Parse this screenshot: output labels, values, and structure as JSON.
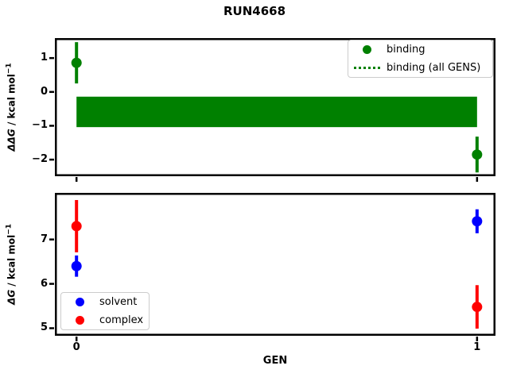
{
  "title": "RUN4668",
  "colors": {
    "binding": "#008000",
    "solvent": "#0000ff",
    "complex": "#ff0000",
    "axis": "#000000",
    "legend_border": "#cccccc",
    "background": "#ffffff"
  },
  "chart_data": [
    {
      "type": "scatter",
      "subplot": "top",
      "ylabel": "ΔΔG / kcal mol⁻¹",
      "ylabel_math": "ΔΔG",
      "ylabel_units": " / kcal mol",
      "ylabel_exp": "−1",
      "xlim": [
        -0.054,
        1.046
      ],
      "ylim": [
        -2.49,
        1.59
      ],
      "grid": false,
      "yticks": [
        {
          "value": 1,
          "label": "1"
        },
        {
          "value": 0,
          "label": "0"
        },
        {
          "value": -1,
          "label": "−1"
        },
        {
          "value": -2,
          "label": "−2"
        }
      ],
      "xticks": [
        {
          "value": 0,
          "label": ""
        },
        {
          "value": 1,
          "label": ""
        }
      ],
      "series": [
        {
          "name": "binding",
          "color": "#008000",
          "marker": "circle",
          "points": [
            {
              "x": 0,
              "y": 0.86,
              "yerr": 0.61
            },
            {
              "x": 1,
              "y": -1.85,
              "yerr": 0.53
            }
          ]
        }
      ],
      "band": {
        "name": "binding (all GENS)",
        "color": "#008000",
        "x_range": [
          0,
          1
        ],
        "y_low": -1.04,
        "y_high": -0.14
      },
      "legend": {
        "position": "upper-right",
        "items": [
          {
            "label": "binding",
            "marker": "circle",
            "color": "#008000"
          },
          {
            "label": "binding (all GENS)",
            "marker": "dotted-line",
            "color": "#008000"
          }
        ]
      }
    },
    {
      "type": "scatter",
      "subplot": "bottom",
      "xlabel": "GEN",
      "ylabel": "ΔG / kcal mol⁻¹",
      "ylabel_math": "ΔG",
      "ylabel_units": " / kcal mol",
      "ylabel_exp": "−1",
      "xlim": [
        -0.054,
        1.046
      ],
      "ylim": [
        4.83,
        8.05
      ],
      "grid": false,
      "yticks": [
        {
          "value": 7,
          "label": "7"
        },
        {
          "value": 6,
          "label": "6"
        },
        {
          "value": 5,
          "label": "5"
        }
      ],
      "xticks": [
        {
          "value": 0,
          "label": "0"
        },
        {
          "value": 1,
          "label": "1"
        }
      ],
      "series": [
        {
          "name": "solvent",
          "color": "#0000ff",
          "marker": "circle",
          "points": [
            {
              "x": 0,
              "y": 6.4,
              "yerr": 0.24
            },
            {
              "x": 1,
              "y": 7.41,
              "yerr": 0.27
            }
          ]
        },
        {
          "name": "complex",
          "color": "#ff0000",
          "marker": "circle",
          "points": [
            {
              "x": 0,
              "y": 7.3,
              "yerr": 0.59
            },
            {
              "x": 1,
              "y": 5.48,
              "yerr": 0.49
            }
          ]
        }
      ],
      "legend": {
        "position": "lower-left",
        "items": [
          {
            "label": "solvent",
            "marker": "circle",
            "color": "#0000ff"
          },
          {
            "label": "complex",
            "marker": "circle",
            "color": "#ff0000"
          }
        ]
      }
    }
  ]
}
